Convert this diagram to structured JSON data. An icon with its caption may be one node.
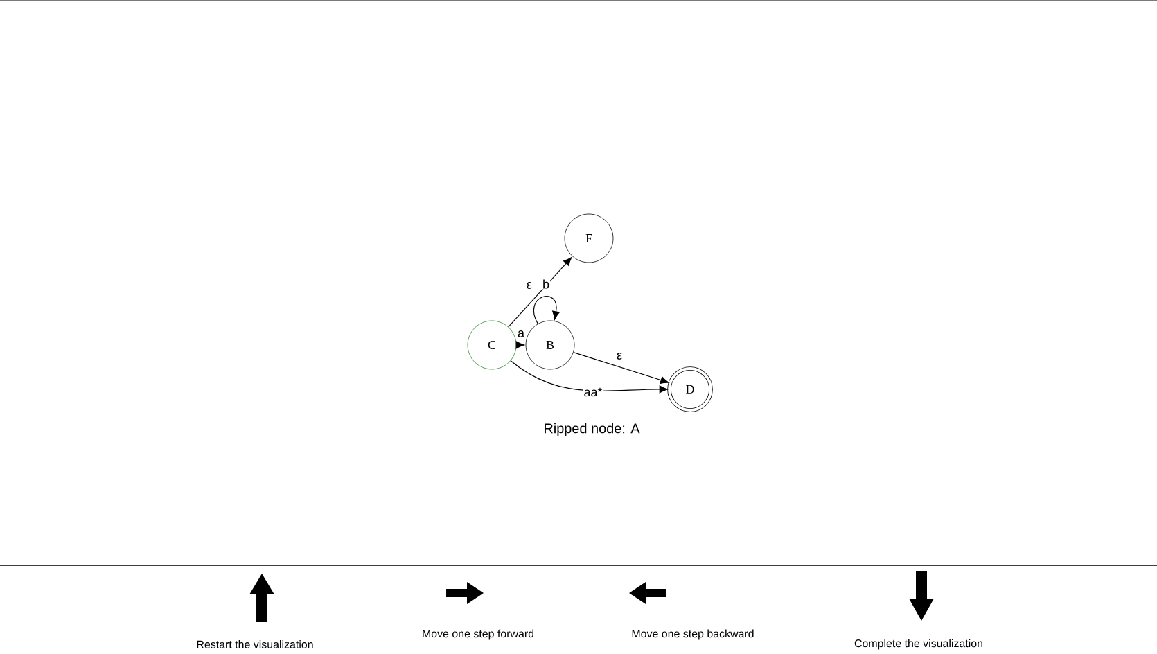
{
  "diagram": {
    "nodes": [
      {
        "text": [
          "C"
        ]
      },
      {
        "text": [
          "F"
        ]
      },
      {
        "text": [
          "B"
        ]
      },
      {
        "text": [
          "D"
        ]
      }
    ],
    "edges": [
      {
        "from": 0,
        "to": 1,
        "arrow": "to",
        "label": "ε"
      },
      {
        "from": 0,
        "to": 2,
        "arrow": "to",
        "label": "a"
      },
      {
        "from": 2,
        "to": 2,
        "arrow": "to",
        "label": "b"
      },
      {
        "from": 2,
        "to": 3,
        "arrow": "to",
        "label": "ε"
      },
      {
        "from": 0,
        "to": 3,
        "arrow": "to",
        "label": "aa*"
      }
    ],
    "labels": [
      "Ripped node: A",
      "Restart the visualization",
      "Move one step forward",
      "Move one step backward",
      "Complete the visualization"
    ]
  }
}
